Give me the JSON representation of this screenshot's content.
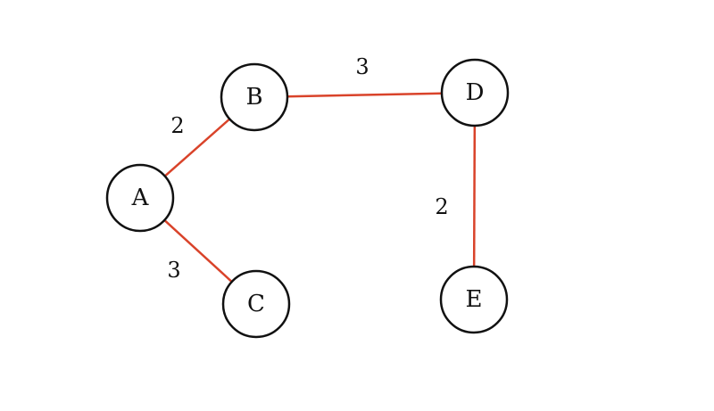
{
  "graph": {
    "edge_color": "#d9432a",
    "node_stroke": "#111111",
    "node_fill": "#ffffff",
    "nodes": [
      {
        "id": "A",
        "label": "A"
      },
      {
        "id": "B",
        "label": "B"
      },
      {
        "id": "C",
        "label": "C"
      },
      {
        "id": "D",
        "label": "D"
      },
      {
        "id": "E",
        "label": "E"
      }
    ],
    "edges": [
      {
        "from": "A",
        "to": "B",
        "weight": "2"
      },
      {
        "from": "A",
        "to": "C",
        "weight": "3"
      },
      {
        "from": "B",
        "to": "D",
        "weight": "3"
      },
      {
        "from": "D",
        "to": "E",
        "weight": "2"
      }
    ]
  }
}
